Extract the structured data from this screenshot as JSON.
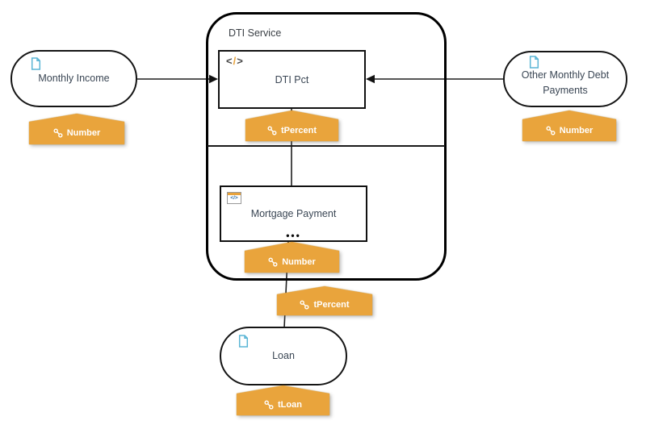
{
  "diagram": {
    "title": "DTI Service decision diagram",
    "container": {
      "label": "DTI Service"
    },
    "nodes": {
      "monthly_income": {
        "label": "Monthly Income",
        "icon": "file-icon",
        "shape": "stadium"
      },
      "other_debt": {
        "line1": "Other Monthly Debt",
        "line2": "Payments",
        "icon": "file-icon",
        "shape": "stadium"
      },
      "dti_pct": {
        "label": "DTI Pct",
        "icon": "code-icon",
        "shape": "rectangle"
      },
      "mortgage_payment": {
        "label": "Mortgage Payment",
        "icon": "boxed-expression-icon",
        "more_indicator": "•••",
        "shape": "rectangle"
      },
      "loan": {
        "label": "Loan",
        "icon": "file-icon",
        "shape": "stadium"
      }
    },
    "badges": [
      {
        "name": "monthly-income-type",
        "label": "Number",
        "icon": "link-icon"
      },
      {
        "name": "dti-pct-type",
        "label": "tPercent",
        "icon": "link-icon"
      },
      {
        "name": "other-debt-type",
        "label": "Number",
        "icon": "link-icon"
      },
      {
        "name": "mortgage-payment-type",
        "label": "Number",
        "icon": "link-icon"
      },
      {
        "name": "loan-connection-type",
        "label": "tPercent",
        "icon": "link-icon"
      },
      {
        "name": "loan-type",
        "label": "tLoan",
        "icon": "link-icon"
      }
    ],
    "connections": [
      "Monthly Income -> DTI Pct",
      "Other Monthly Debt Payments -> DTI Pct",
      "Mortgage Payment -> DTI Pct",
      "Loan -> Mortgage Payment"
    ],
    "colors": {
      "badge_fill": "#E9A43C",
      "badge_text": "#FFFFFF",
      "node_border": "#111111",
      "node_text": "#3A4654",
      "doc_icon": "#5BB5D5",
      "code_slash": "#E8A33C",
      "bkm_code": "#2E6DA4",
      "connector": "#1F1F1F",
      "background": "#FFFFFF"
    }
  }
}
